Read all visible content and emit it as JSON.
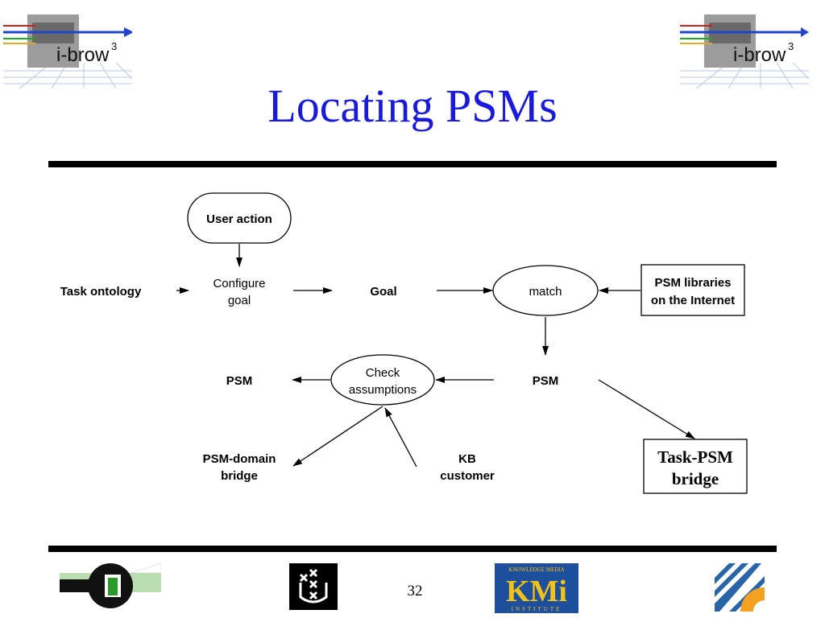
{
  "slide": {
    "title": "Locating PSMs",
    "page_number": "32",
    "logo_text": "i-brow",
    "logo_superscript": "3",
    "kmi_top": "KNOWLEDGE MEDIA",
    "kmi_main": "KMi",
    "kmi_bottom": "INSTITUTE"
  },
  "diagram": {
    "user_action": "User action",
    "task_ontology": "Task ontology",
    "configure_goal_1": "Configure",
    "configure_goal_2": "goal",
    "goal": "Goal",
    "match": "match",
    "psm_libraries_1": "PSM libraries",
    "psm_libraries_2": "on the Internet",
    "psm_right": "PSM",
    "check_assumptions_1": "Check",
    "check_assumptions_2": "assumptions",
    "psm_left": "PSM",
    "psm_domain_bridge_1": "PSM-domain",
    "psm_domain_bridge_2": "bridge",
    "kb_customer_1": "KB",
    "kb_customer_2": "customer",
    "task_psm_bridge_1": "Task-PSM",
    "task_psm_bridge_2": "bridge"
  },
  "colors": {
    "title": "#1a1adf",
    "rule": "#000000"
  }
}
